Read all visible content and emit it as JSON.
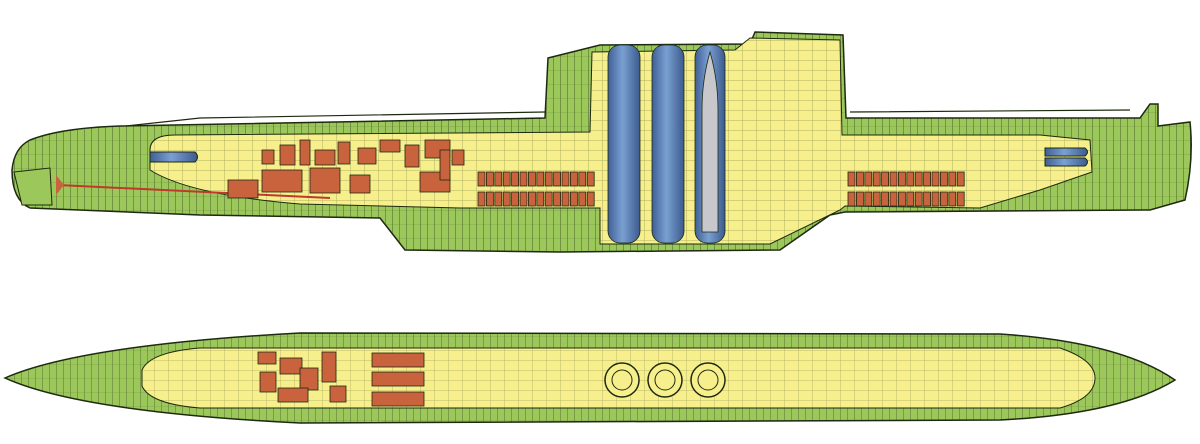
{
  "colors": {
    "hull": "#9cc75a",
    "compartment": "#f7ef8c",
    "equipment": "#c9633d",
    "missile_tube": "#5f86bd",
    "missile": "#c8c8cc",
    "line": "#1d2a10"
  },
  "parts": {
    "side_view": "side-profile",
    "top_view": "plan-view",
    "missile_tubes": 3
  }
}
